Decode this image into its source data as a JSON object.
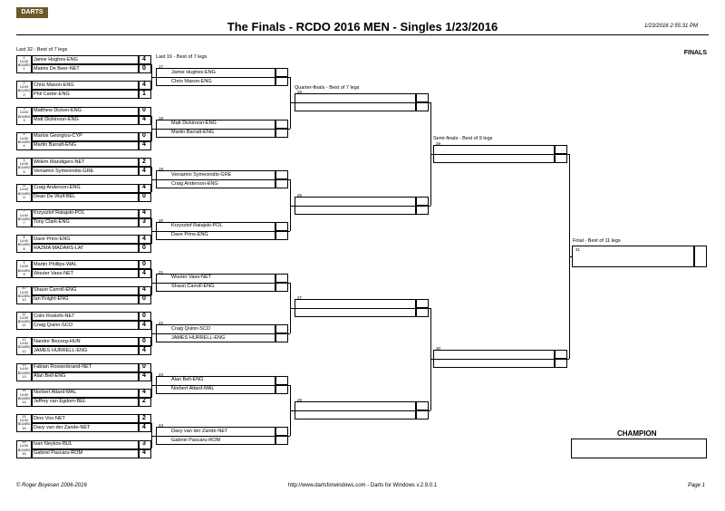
{
  "header": {
    "logo_text": "DARTS",
    "title": "The Finals - RCDO 2016 MEN - Singles 1/23/2016",
    "datetime": "1/23/2016 2:55:31 PM",
    "section": "FINALS"
  },
  "rounds": {
    "r32": "Last 32 - Best of 7 legs",
    "r16": "Last 16 - Best of 7 legs",
    "qf": "Quarter-finals - Best of 7 legs",
    "sf": "Semi-finals - Best of 9 legs",
    "final": "Final - Best of 11 legs"
  },
  "r32": [
    {
      "num": "1",
      "time": "14:00",
      "board": "BOARD",
      "bnum": "1",
      "p1": "Jamie Hughes-ENG",
      "p2": "Mamix De Beer-NET",
      "s1": "4",
      "s2": "0"
    },
    {
      "num": "2",
      "time": "14:00",
      "board": "BOARD",
      "bnum": "2",
      "p1": "Chris Mason-ENG",
      "p2": "Phil Carter-ENG",
      "s1": "4",
      "s2": "1"
    },
    {
      "num": "3",
      "time": "14:00",
      "board": "BOARD",
      "bnum": "3",
      "p1": "Matthew Dicken-ENG",
      "p2": "Matt Dickinson-ENG",
      "s1": "0",
      "s2": "4"
    },
    {
      "num": "4",
      "time": "14:00",
      "board": "BOARD",
      "bnum": "4",
      "p1": "Marios Georgiou-CYP",
      "p2": "Martin Barratt-ENG",
      "s1": "0",
      "s2": "4"
    },
    {
      "num": "5",
      "time": "14:00",
      "board": "BOARD",
      "bnum": "5",
      "p1": "Willem Mandigers-NET",
      "p2": "Veniamin Symeonidis-GRE",
      "s1": "2",
      "s2": "4"
    },
    {
      "num": "6",
      "time": "14:00",
      "board": "BOARD",
      "bnum": "6",
      "p1": "Craig Anderson-ENG",
      "p2": "Dean De Wulf-BEL",
      "s1": "4",
      "s2": "0"
    },
    {
      "num": "7",
      "time": "14:00",
      "board": "BOARD",
      "bnum": "7",
      "p1": "Krzysztof Ratajski-POL",
      "p2": "Tony Clark-ENG",
      "s1": "4",
      "s2": "3"
    },
    {
      "num": "8",
      "time": "14:00",
      "board": "BOARD",
      "bnum": "8",
      "p1": "Dave Prins-ENG",
      "p2": "RAZMA MADARS-LAT",
      "s1": "4",
      "s2": "0"
    },
    {
      "num": "9",
      "time": "14:00",
      "board": "BOARD",
      "bnum": "9",
      "p1": "Martin Phillips-WAL",
      "p2": "Wouter Vaes-NET",
      "s1": "0",
      "s2": "4"
    },
    {
      "num": "10",
      "time": "14:00",
      "board": "BOARD",
      "bnum": "10",
      "p1": "Shaun Carroll-ENG",
      "p2": "Ian Knight-ENG",
      "s1": "4",
      "s2": "0"
    },
    {
      "num": "11",
      "time": "14:00",
      "board": "BOARD",
      "bnum": "11",
      "p1": "Colin Roelofs-NET",
      "p2": "Craig Quinn-SCO",
      "s1": "0",
      "s2": "4"
    },
    {
      "num": "12",
      "time": "14:00",
      "board": "BOARD",
      "bnum": "12",
      "p1": "Nandor Bezzeg-HUN",
      "p2": "JAMES HURRELL-ENG",
      "s1": "0",
      "s2": "4"
    },
    {
      "num": "13",
      "time": "14:00",
      "board": "BOARD",
      "bnum": "13",
      "p1": "Fabian Roosenbrand-NET",
      "p2": "Alan Bell-ENG",
      "s1": "0",
      "s2": "4"
    },
    {
      "num": "14",
      "time": "14:00",
      "board": "BOARD",
      "bnum": "14",
      "p1": "Norbert Attard-MAL",
      "p2": "Jeffrey van Egdom-BEL",
      "s1": "4",
      "s2": "2"
    },
    {
      "num": "15",
      "time": "14:00",
      "board": "BOARD",
      "bnum": "15",
      "p1": "Dino Vos-NET",
      "p2": "Davy van der Zande-NET",
      "s1": "2",
      "s2": "4"
    },
    {
      "num": "16",
      "time": "14:00",
      "board": "BOARD",
      "bnum": "16",
      "p1": "Ivan Neykov-BUL",
      "p2": "Gabriel Pascaru-ROM",
      "s1": "3",
      "s2": "4"
    }
  ],
  "r16": [
    {
      "num": "17",
      "p1": "Jamie Hughes-ENG",
      "p2": "Chris Mason-ENG"
    },
    {
      "num": "18",
      "p1": "Matt Dickinson-ENG",
      "p2": "Martin Barratt-ENG"
    },
    {
      "num": "19",
      "p1": "Veniamin Symeonidis-GRE",
      "p2": "Craig Anderson-ENG"
    },
    {
      "num": "20",
      "p1": "Krzysztof Ratajski-POL",
      "p2": "Dave Prins-ENG"
    },
    {
      "num": "21",
      "p1": "Wouter Vaes-NET",
      "p2": "Shaun Carroll-ENG"
    },
    {
      "num": "22",
      "p1": "Craig Quinn-SCO",
      "p2": "JAMES HURRELL-ENG"
    },
    {
      "num": "23",
      "p1": "Alan Bell-ENG",
      "p2": "Norbert Attard-MAL"
    },
    {
      "num": "24",
      "p1": "Davy van der Zande-NET",
      "p2": "Gabriel Pascaru-ROM"
    }
  ],
  "qf": [
    {
      "num": "25"
    },
    {
      "num": "26"
    },
    {
      "num": "27"
    },
    {
      "num": "28"
    }
  ],
  "sf": [
    {
      "num": "29"
    },
    {
      "num": "30"
    }
  ],
  "final": {
    "num": "31"
  },
  "champion_label": "CHAMPION",
  "footer": {
    "copyright": "© Roger Boyesen 2006-2016",
    "url": "http://www.dartsforwindows.com - Darts for Windows v.2.9.0.1",
    "page": "Page 1"
  }
}
